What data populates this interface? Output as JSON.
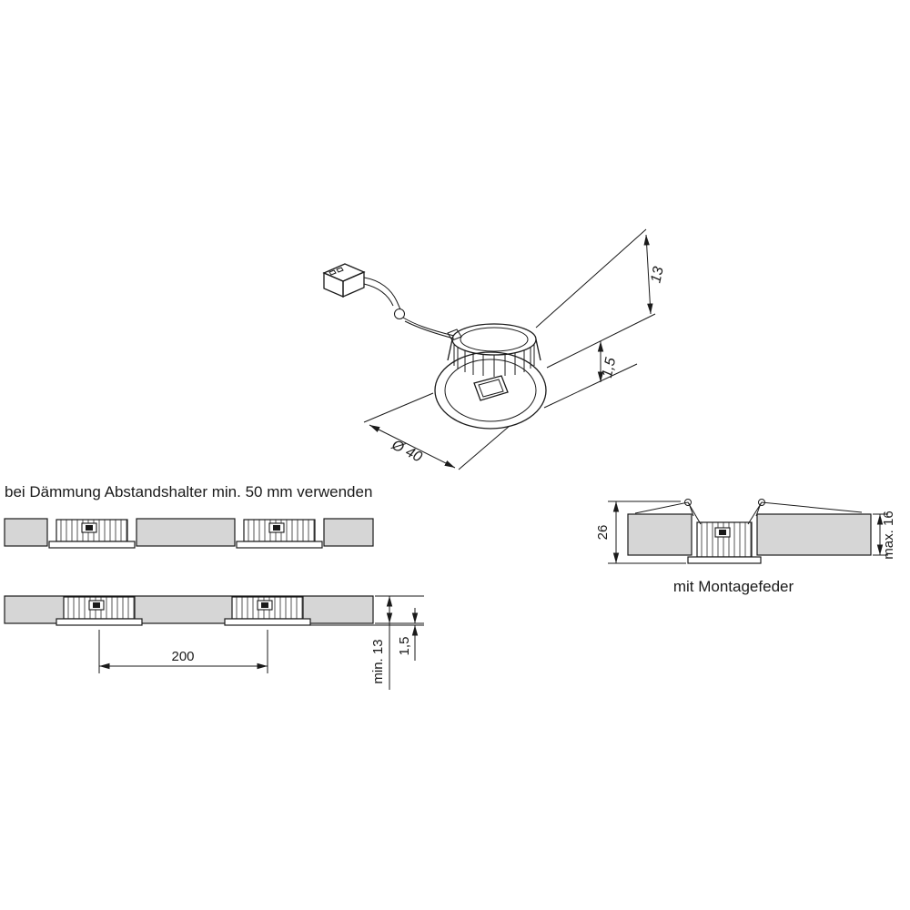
{
  "page": {
    "background": "#ffffff",
    "line_color": "#1a1a1a",
    "panel_color": "#d6d6d6"
  },
  "iso_view": {
    "dim_depth": "13",
    "dim_bezel": "1,5",
    "dim_diameter": "Ø 40"
  },
  "notes": {
    "insulation": "bei Dämmung Abstandshalter min. 50 mm verwenden"
  },
  "section_bottom": {
    "dim_spacing": "200",
    "dim_min_depth": "min. 13",
    "dim_bezel": "1,5"
  },
  "section_spring": {
    "caption": "mit Montagefeder",
    "dim_recess": "26",
    "dim_panel_max": "max. 16"
  }
}
